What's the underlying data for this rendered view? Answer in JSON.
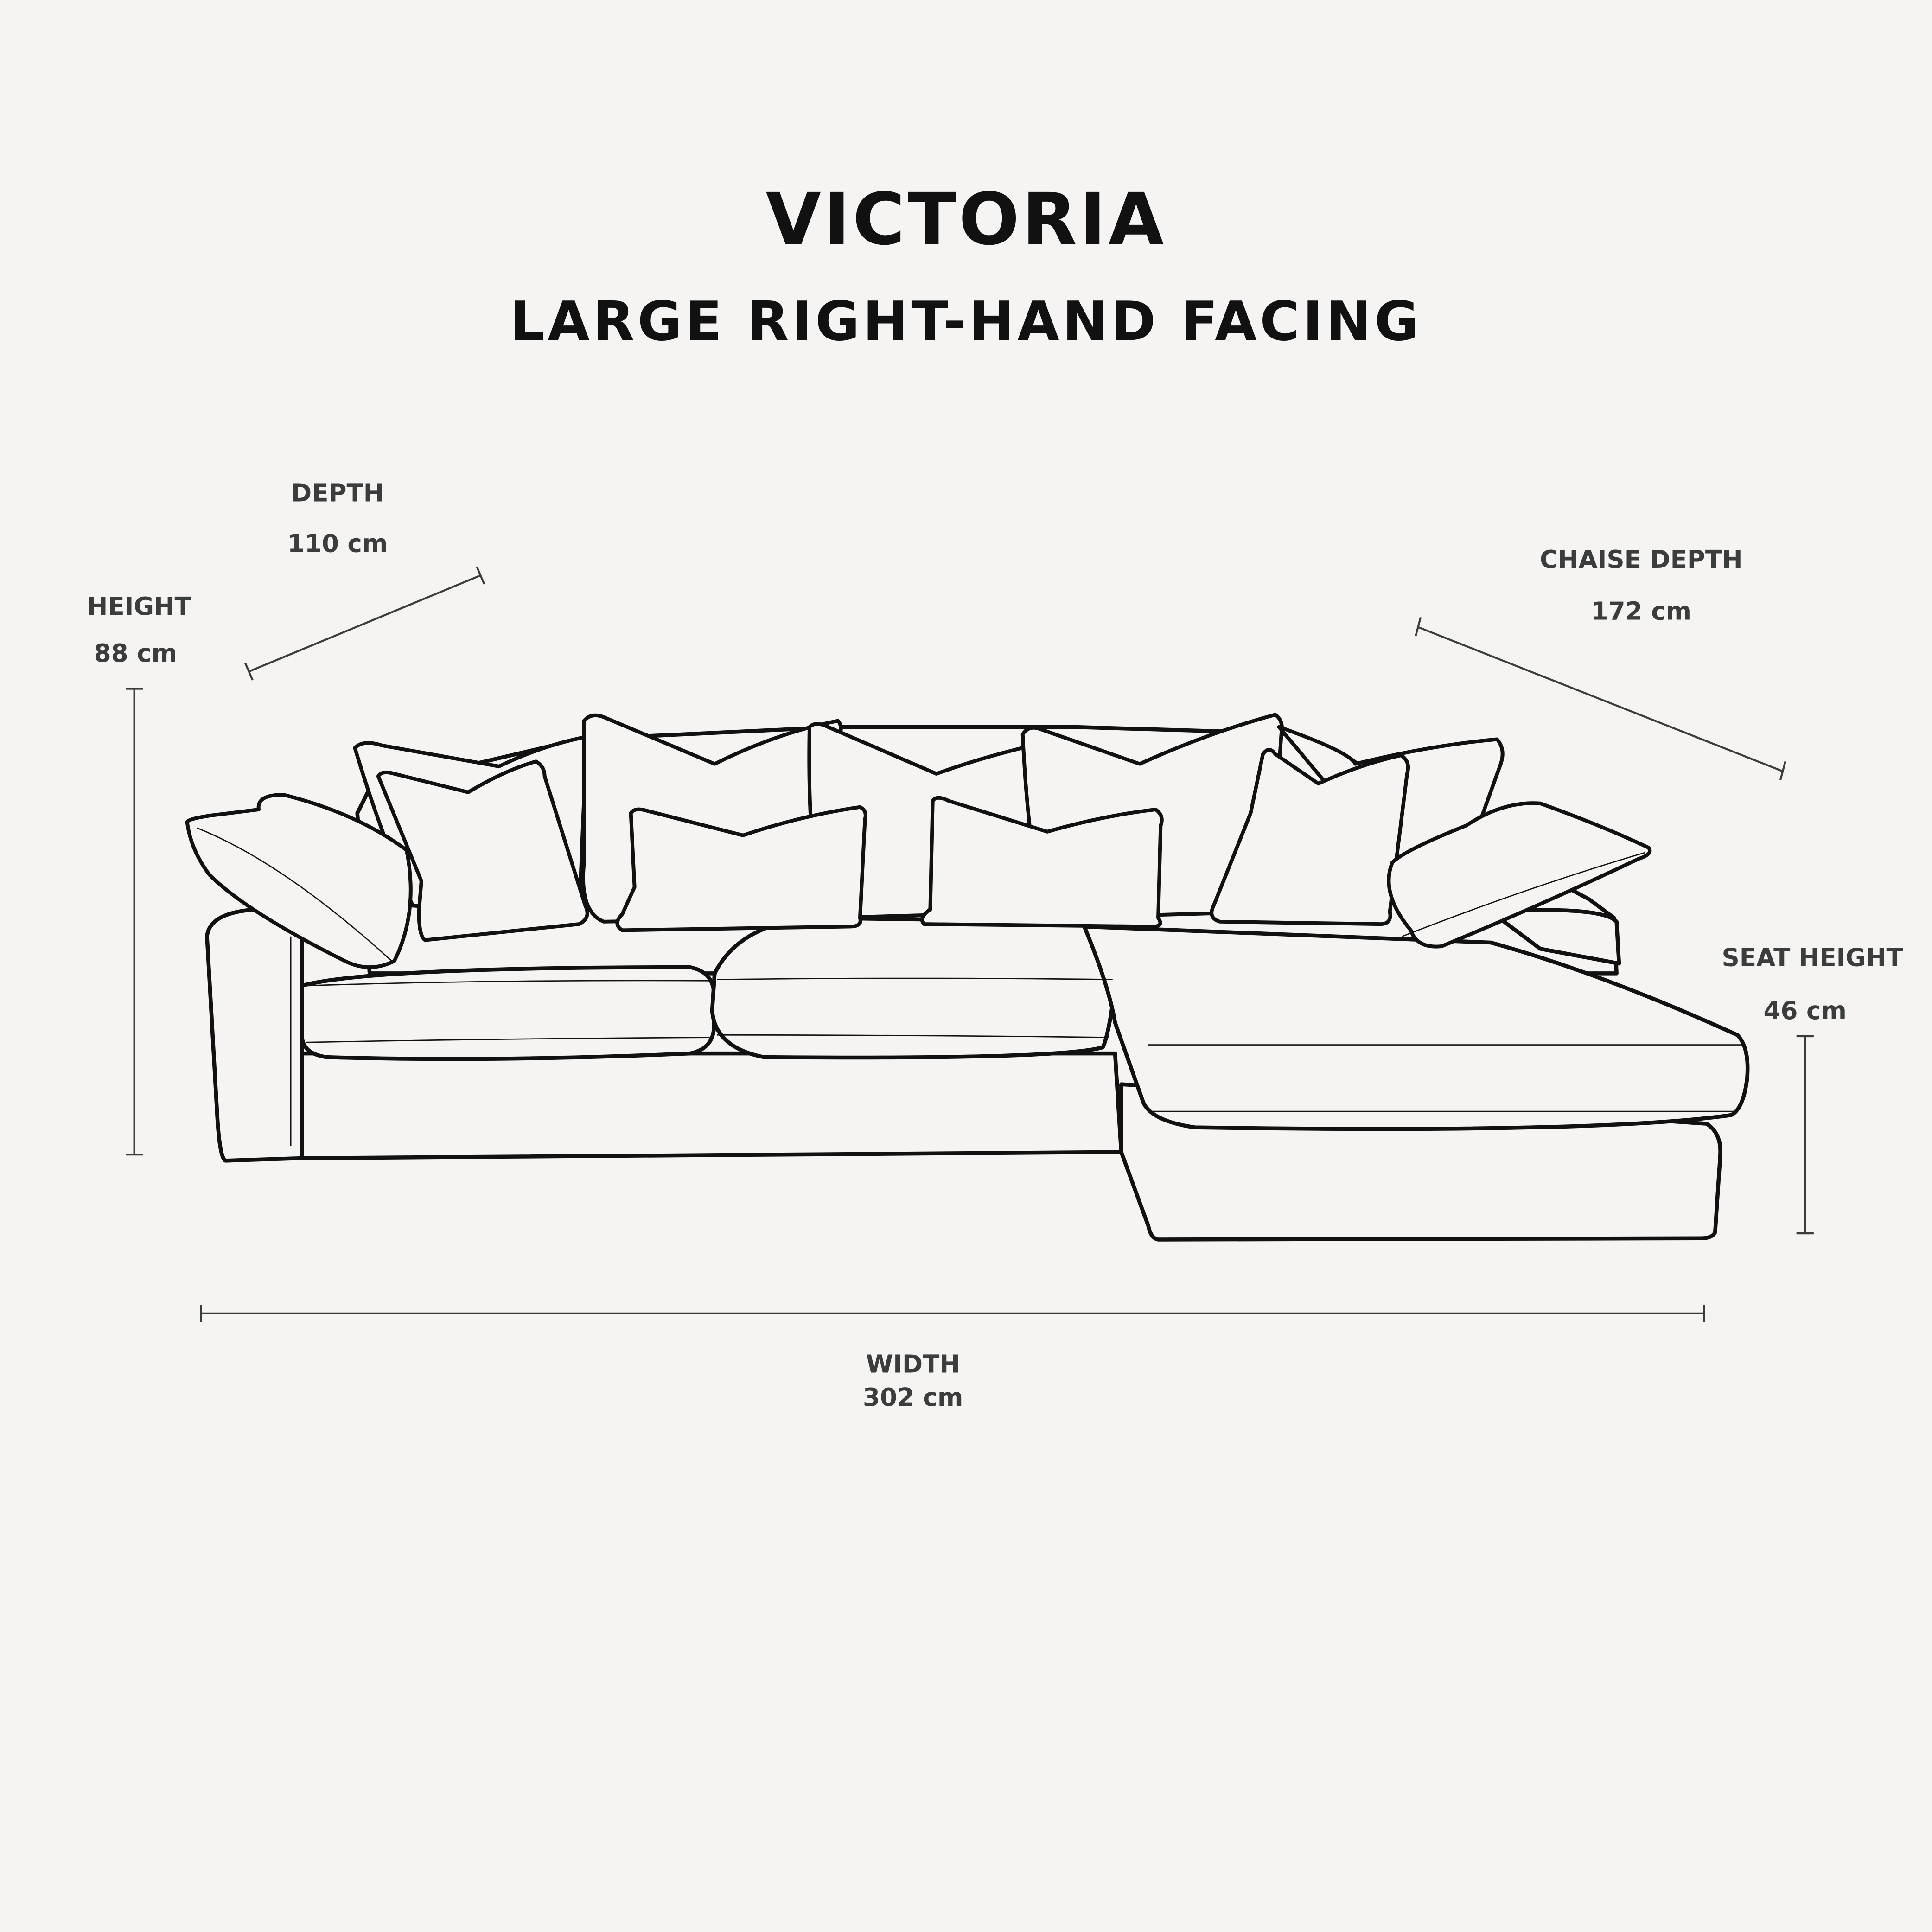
{
  "header": {
    "title": "VICTORIA",
    "subtitle": "LARGE RIGHT-HAND FACING"
  },
  "dimensions": {
    "depth": {
      "label": "DEPTH",
      "value": "110 cm"
    },
    "height": {
      "label": "HEIGHT",
      "value": "88 cm"
    },
    "chaise_depth": {
      "label": "CHAISE DEPTH",
      "value": "172 cm"
    },
    "seat_height": {
      "label": "SEAT HEIGHT",
      "value": "46 cm"
    },
    "width": {
      "label": "WIDTH",
      "value": "302 cm"
    }
  },
  "colors": {
    "background": "#f6f4f2",
    "title": "#111111",
    "label": "#3a3d3c",
    "outline": "#111111",
    "dimension_line": "#3a3d3c"
  }
}
